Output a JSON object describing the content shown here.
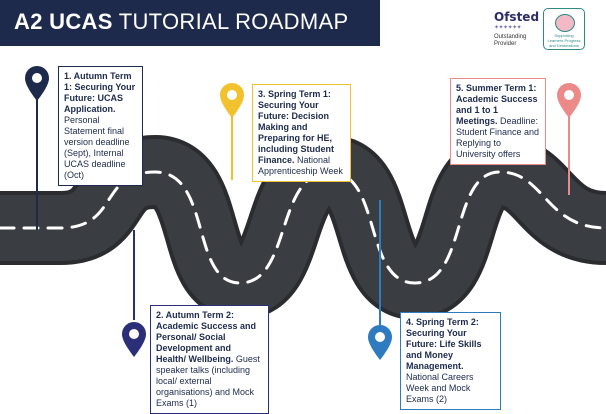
{
  "header": {
    "title_bold": "A2 UCAS",
    "title_rest": "TUTORIAL ROADMAP"
  },
  "logos": {
    "ofsted": {
      "name": "Ofsted",
      "rating_line1": "Outstanding",
      "rating_line2": "Provider"
    },
    "badge": {
      "text": "Supporting Learners Progress and Destinations"
    }
  },
  "milestones": [
    {
      "heading": "1. Autumn Term 1: Securing Your Future: UCAS Application.",
      "detail": "Personal Statement final version deadline (Sept), Internal UCAS deadline (Oct)",
      "color": "#1e2a4c",
      "icon": "map-pin-icon"
    },
    {
      "heading": "2. Autumn Term 2: Academic Success and Personal/ Social Development and Health/ Wellbeing.",
      "detail": "Guest speaker talks (including local/ external organisations) and Mock Exams (1)",
      "color": "#2b2f78",
      "icon": "map-pin-icon"
    },
    {
      "heading": "3. Spring Term 1: Securing Your Future: Decision Making and Preparing for HE, including Student Finance.",
      "detail": "National Apprenticeship Week",
      "color": "#f2c12e",
      "icon": "map-pin-icon"
    },
    {
      "heading": "4. Spring Term 2: Securing Your Future: Life Skills and Money Management.",
      "detail": "National Careers Week and Mock Exams (2)",
      "color": "#2e7bbf",
      "icon": "map-pin-icon"
    },
    {
      "heading": "5. Summer Term 1: Academic Success and 1 to 1 Meetings.",
      "detail": "Deadline: Student Finance and Replying to University offers",
      "color": "#ec8a8a",
      "icon": "map-pin-icon"
    }
  ],
  "road": {
    "surface_color": "#3a3d42",
    "edge_color": "#2a2c30",
    "lane_color": "#ffffff",
    "icon": "winding-road"
  }
}
